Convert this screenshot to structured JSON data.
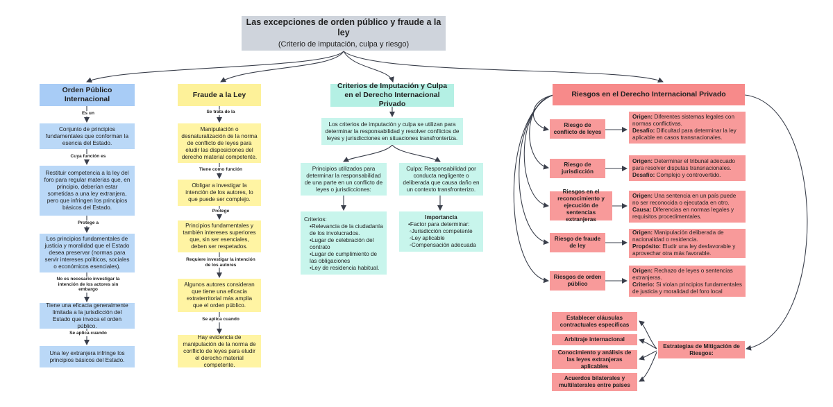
{
  "title": {
    "main": "Las excepciones de orden público y fraude a la ley",
    "sub": "(Criterio de imputación, culpa y riesgo)"
  },
  "col1": {
    "header": "Orden Público Internacional",
    "labels": [
      "Es un",
      "Cuya función es",
      "Protege a",
      "No es necesario investigar la intención de los actores sin embargo",
      "Se aplica cuando"
    ],
    "nodes": [
      "Conjunto de principios fundamentales que conforman la esencia del Estado.",
      "Restituir competencia a la ley del foro para regular materias que, en principio, deberían estar sometidas a una ley extranjera, pero que infringen los principios básicos del Estado.",
      "Los principios fundamentales de justicia y moralidad que el Estado desea preservar (normas para servir intereses políticos, sociales o económicos esenciales).",
      "Tiene una eficacia generalmente limitada a la jurisdicción del Estado que invoca el orden público.",
      "Una ley extranjera infringe los principios básicos del Estado."
    ]
  },
  "col2": {
    "header": "Fraude a la Ley",
    "labels": [
      "Se trata de la",
      "Tiene como función",
      "Protege",
      "Requiere investigar la intención de los autores",
      "Se aplica cuando"
    ],
    "nodes": [
      "Manipulación o desnaturalización de la norma de conflicto de leyes para eludir las disposiciones del derecho material competente.",
      "Obligar a investigar la intención de los autores, lo que puede ser complejo.",
      "Principios fundamentales y también intereses superiores que, sin ser esenciales, deben ser respetados.",
      "Algunos autores consideran que tiene una eficacia extraterritorial más amplia que el orden público.",
      "Hay evidencia de manipulación de la norma de conflicto de leyes para eludir el derecho material competente."
    ]
  },
  "col3": {
    "header": "Criterios de Imputación y Culpa en el Derecho Internacional Privado",
    "intro": "Los criterios de imputación y culpa se utilizan para determinar la responsabilidad y resolver conflictos de leyes y jurisdicciones en situaciones transfronteriza.",
    "left": "Principios utilizados para determinar la responsabilidad de una parte en un conflicto de leyes o jurisdicciones:",
    "right": "Culpa: Responsabilidad por conducta negligente o deliberada que causa daño en un contexto transfronterizo.",
    "criterios_title": "Criterios:",
    "criterios": [
      "Relevancia de la ciudadanía de los involucrados.",
      "Lugar de celebración del contrato",
      "Lugar de cumplimiento de las obligaciones",
      "Ley de residencia habitual."
    ],
    "importancia_title": "Importancia",
    "importancia_item": "Factor para determinar:",
    "importancia_sub": [
      "Jurisdicción competente",
      "Ley aplicable",
      "Compensación adecuada"
    ]
  },
  "col4": {
    "header": "Riesgos en el Derecho Internacional Privado",
    "risks": [
      {
        "name": "Riesgo de conflicto de leyes",
        "k1": "Origen:",
        "v1": "Diferentes sistemas legales con normas conflictivas.",
        "k2": "Desafío:",
        "v2": "Dificultad para determinar la ley aplicable en casos transnacionales."
      },
      {
        "name": "Riesgo de jurisdicción",
        "k1": "Origen:",
        "v1": "Determinar el tribunal adecuado para resolver disputas transnacionales.",
        "k2": "Desafío:",
        "v2": "Complejo y controvertido."
      },
      {
        "name": "Riesgos en el reconocimiento y ejecución de sentencias extranjeras",
        "k1": "Origen:",
        "v1": "Una sentencia en un país puede no ser reconocida o ejecutada en otro.",
        "k2": "Causa:",
        "v2": "Diferencias en normas legales y requisitos procedimentales."
      },
      {
        "name": "Riesgo de fraude de ley",
        "k1": "Origen:",
        "v1": "Manipulación deliberada de nacionalidad o residencia.",
        "k2": "Propósito:",
        "v2": "Eludir una ley desfavorable y aprovechar otra más favorable."
      },
      {
        "name": "Riesgos de orden público",
        "k1": "Origen:",
        "v1": "Rechazo de leyes o sentencias extranjeras.",
        "k2": "Criterio:",
        "v2": "Si violan principios fundamentales de justicia y moralidad del foro local"
      }
    ],
    "strategies_title": "Estrategias de Mitigación de Riesgos:",
    "strategies": [
      "Establecer cláusulas contractuales específicas",
      "Arbitraje internacional",
      "Conocimiento y análisis de las leyes extranjeras aplicables",
      "Acuerdos bilaterales y multilaterales entre países"
    ]
  },
  "colors": {
    "blue": "#bad8f7",
    "yellow": "#fff4a3",
    "mint": "#c8f5ec",
    "red": "#f89a9a",
    "gray": "#cfd4dc",
    "line": "#3a3f4b"
  }
}
